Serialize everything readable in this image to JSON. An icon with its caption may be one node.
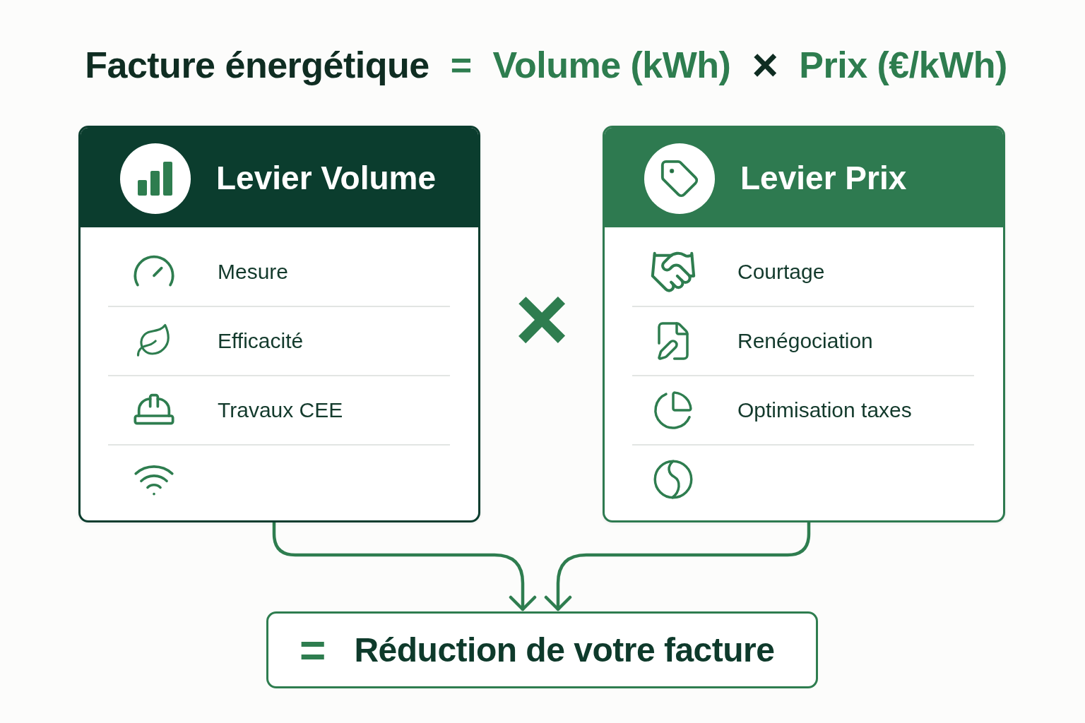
{
  "diagram": {
    "nodes": [
      {
        "text": [
          "Levier Volume",
          "Mesure",
          "Efficacité",
          "Travaux CEE"
        ]
      },
      {
        "text": [
          "Levier Prix",
          "Courtage",
          "Renégociation",
          "Optimisation taxes"
        ]
      },
      {
        "text": [
          "=",
          "Réduction de votre facture"
        ]
      }
    ],
    "edges": [
      {
        "from": 0,
        "to": 2,
        "arrow": "to"
      },
      {
        "from": 1,
        "to": 2,
        "arrow": "to"
      }
    ],
    "labels": [
      "Facture énergétique",
      "=",
      "Volume (kWh)",
      "×",
      "Prix (€/kWh)",
      "×"
    ]
  }
}
